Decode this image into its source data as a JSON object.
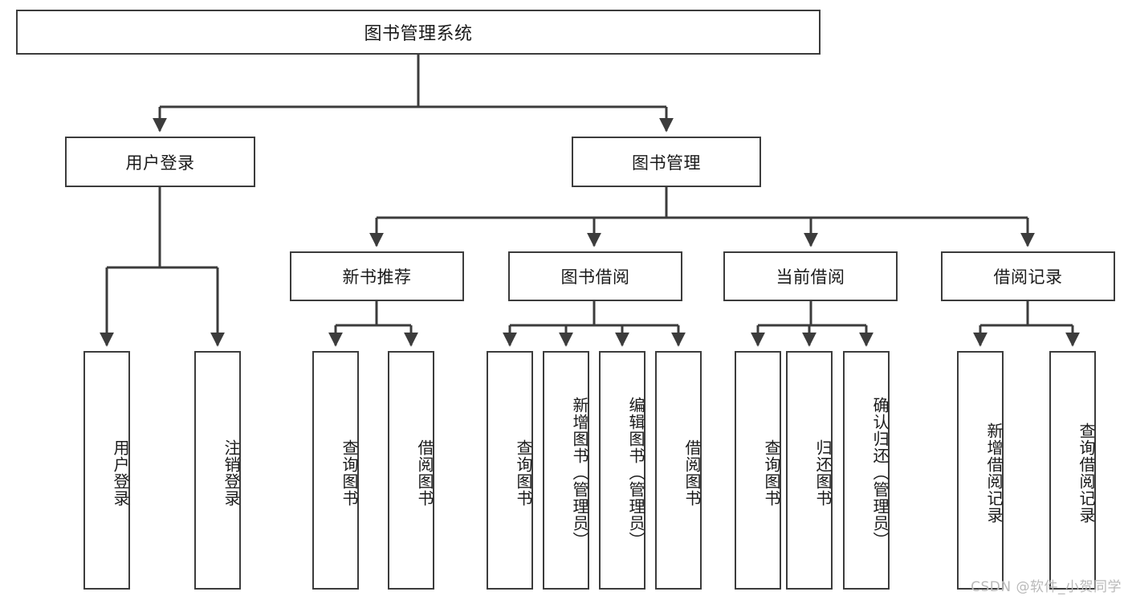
{
  "diagram": {
    "title": "图书管理系统",
    "type": "tree-hierarchy-chart",
    "watermark": "CSDN @软件_小贺同学",
    "colors": {
      "border": "#3c3c3c",
      "background": "#ffffff",
      "text": "#1a1a1a",
      "watermark": "#b9b9b9"
    }
  },
  "nodes": {
    "root": {
      "label": "图书管理系统"
    },
    "level1": [
      {
        "label": "用户登录"
      },
      {
        "label": "图书管理"
      }
    ],
    "level2": [
      {
        "label": "新书推荐"
      },
      {
        "label": "图书借阅"
      },
      {
        "label": "当前借阅"
      },
      {
        "label": "借阅记录"
      }
    ],
    "leaves": {
      "user_login": [
        {
          "label": "用户登录"
        },
        {
          "label": "注销登录"
        }
      ],
      "new_book_recommend": [
        {
          "label": "查询图书"
        },
        {
          "label": "借阅图书"
        }
      ],
      "book_borrow": [
        {
          "label": "查询图书"
        },
        {
          "label": "新增图书（管理员）"
        },
        {
          "label": "编辑图书（管理员）"
        },
        {
          "label": "借阅图书"
        }
      ],
      "current_borrow": [
        {
          "label": "查询图书"
        },
        {
          "label": "归还图书"
        },
        {
          "label": "确认归还（管理员）"
        }
      ],
      "borrow_record": [
        {
          "label": "新增借阅记录"
        },
        {
          "label": "查询借阅记录"
        }
      ]
    }
  }
}
